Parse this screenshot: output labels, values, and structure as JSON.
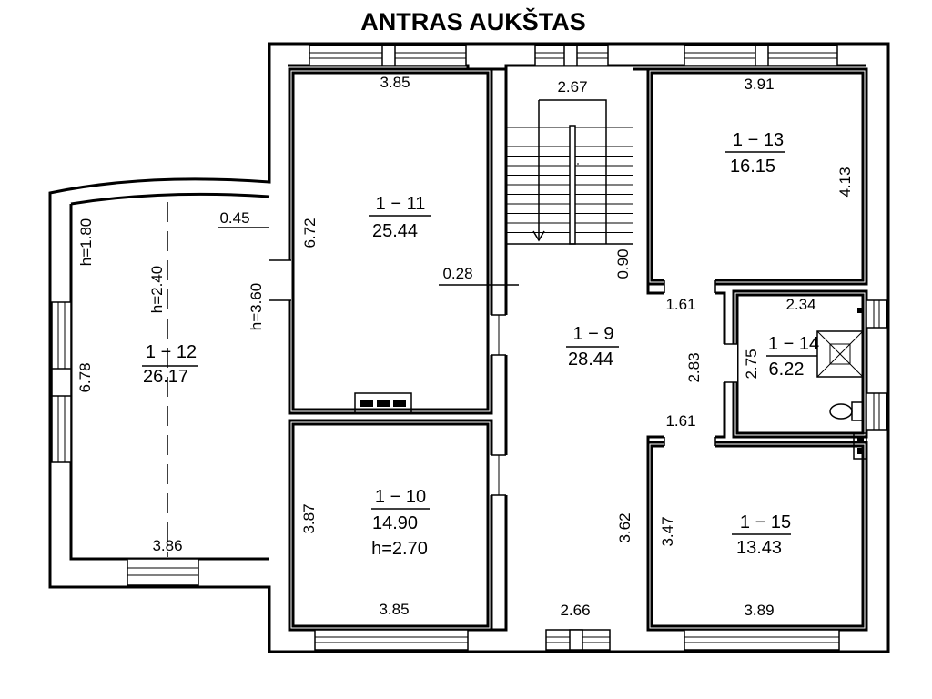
{
  "title": "ANTRAS AUKŠTAS",
  "rooms": [
    {
      "id": "1 − 11",
      "area": "25.44"
    },
    {
      "id": "1 − 12",
      "area": "26.17"
    },
    {
      "id": "1 − 10",
      "area": "14.90",
      "height": "h=2.70"
    },
    {
      "id": "1 − 9",
      "area": "28.44"
    },
    {
      "id": "1 − 13",
      "area": "16.15"
    },
    {
      "id": "1 − 14",
      "area": "6.22"
    },
    {
      "id": "1 − 15",
      "area": "13.43"
    }
  ],
  "dimensions": {
    "r11_top": "3.85",
    "r11_side": "6.72",
    "r11_h": "h=3.60",
    "gap_045": "0.45",
    "gap_028": "0.28",
    "r12_h1": "h=1.80",
    "r12_h2": "h=2.40",
    "r12_side": "6.78",
    "r12_bottom": "3.86",
    "r10_side": "3.87",
    "r10_bottom": "3.85",
    "stair_top": "2.67",
    "stair_090": "0.90",
    "r9_side_right": "2.83",
    "r9_side_bottom": "3.62",
    "r9_bottom": "2.66",
    "r13_top": "3.91",
    "r13_side": "4.13",
    "r13_bottom": "1.61",
    "r14_top": "2.34",
    "r14_side": "2.75",
    "r15_top": "1.61",
    "r15_side": "3.47",
    "r15_bottom": "3.89"
  }
}
